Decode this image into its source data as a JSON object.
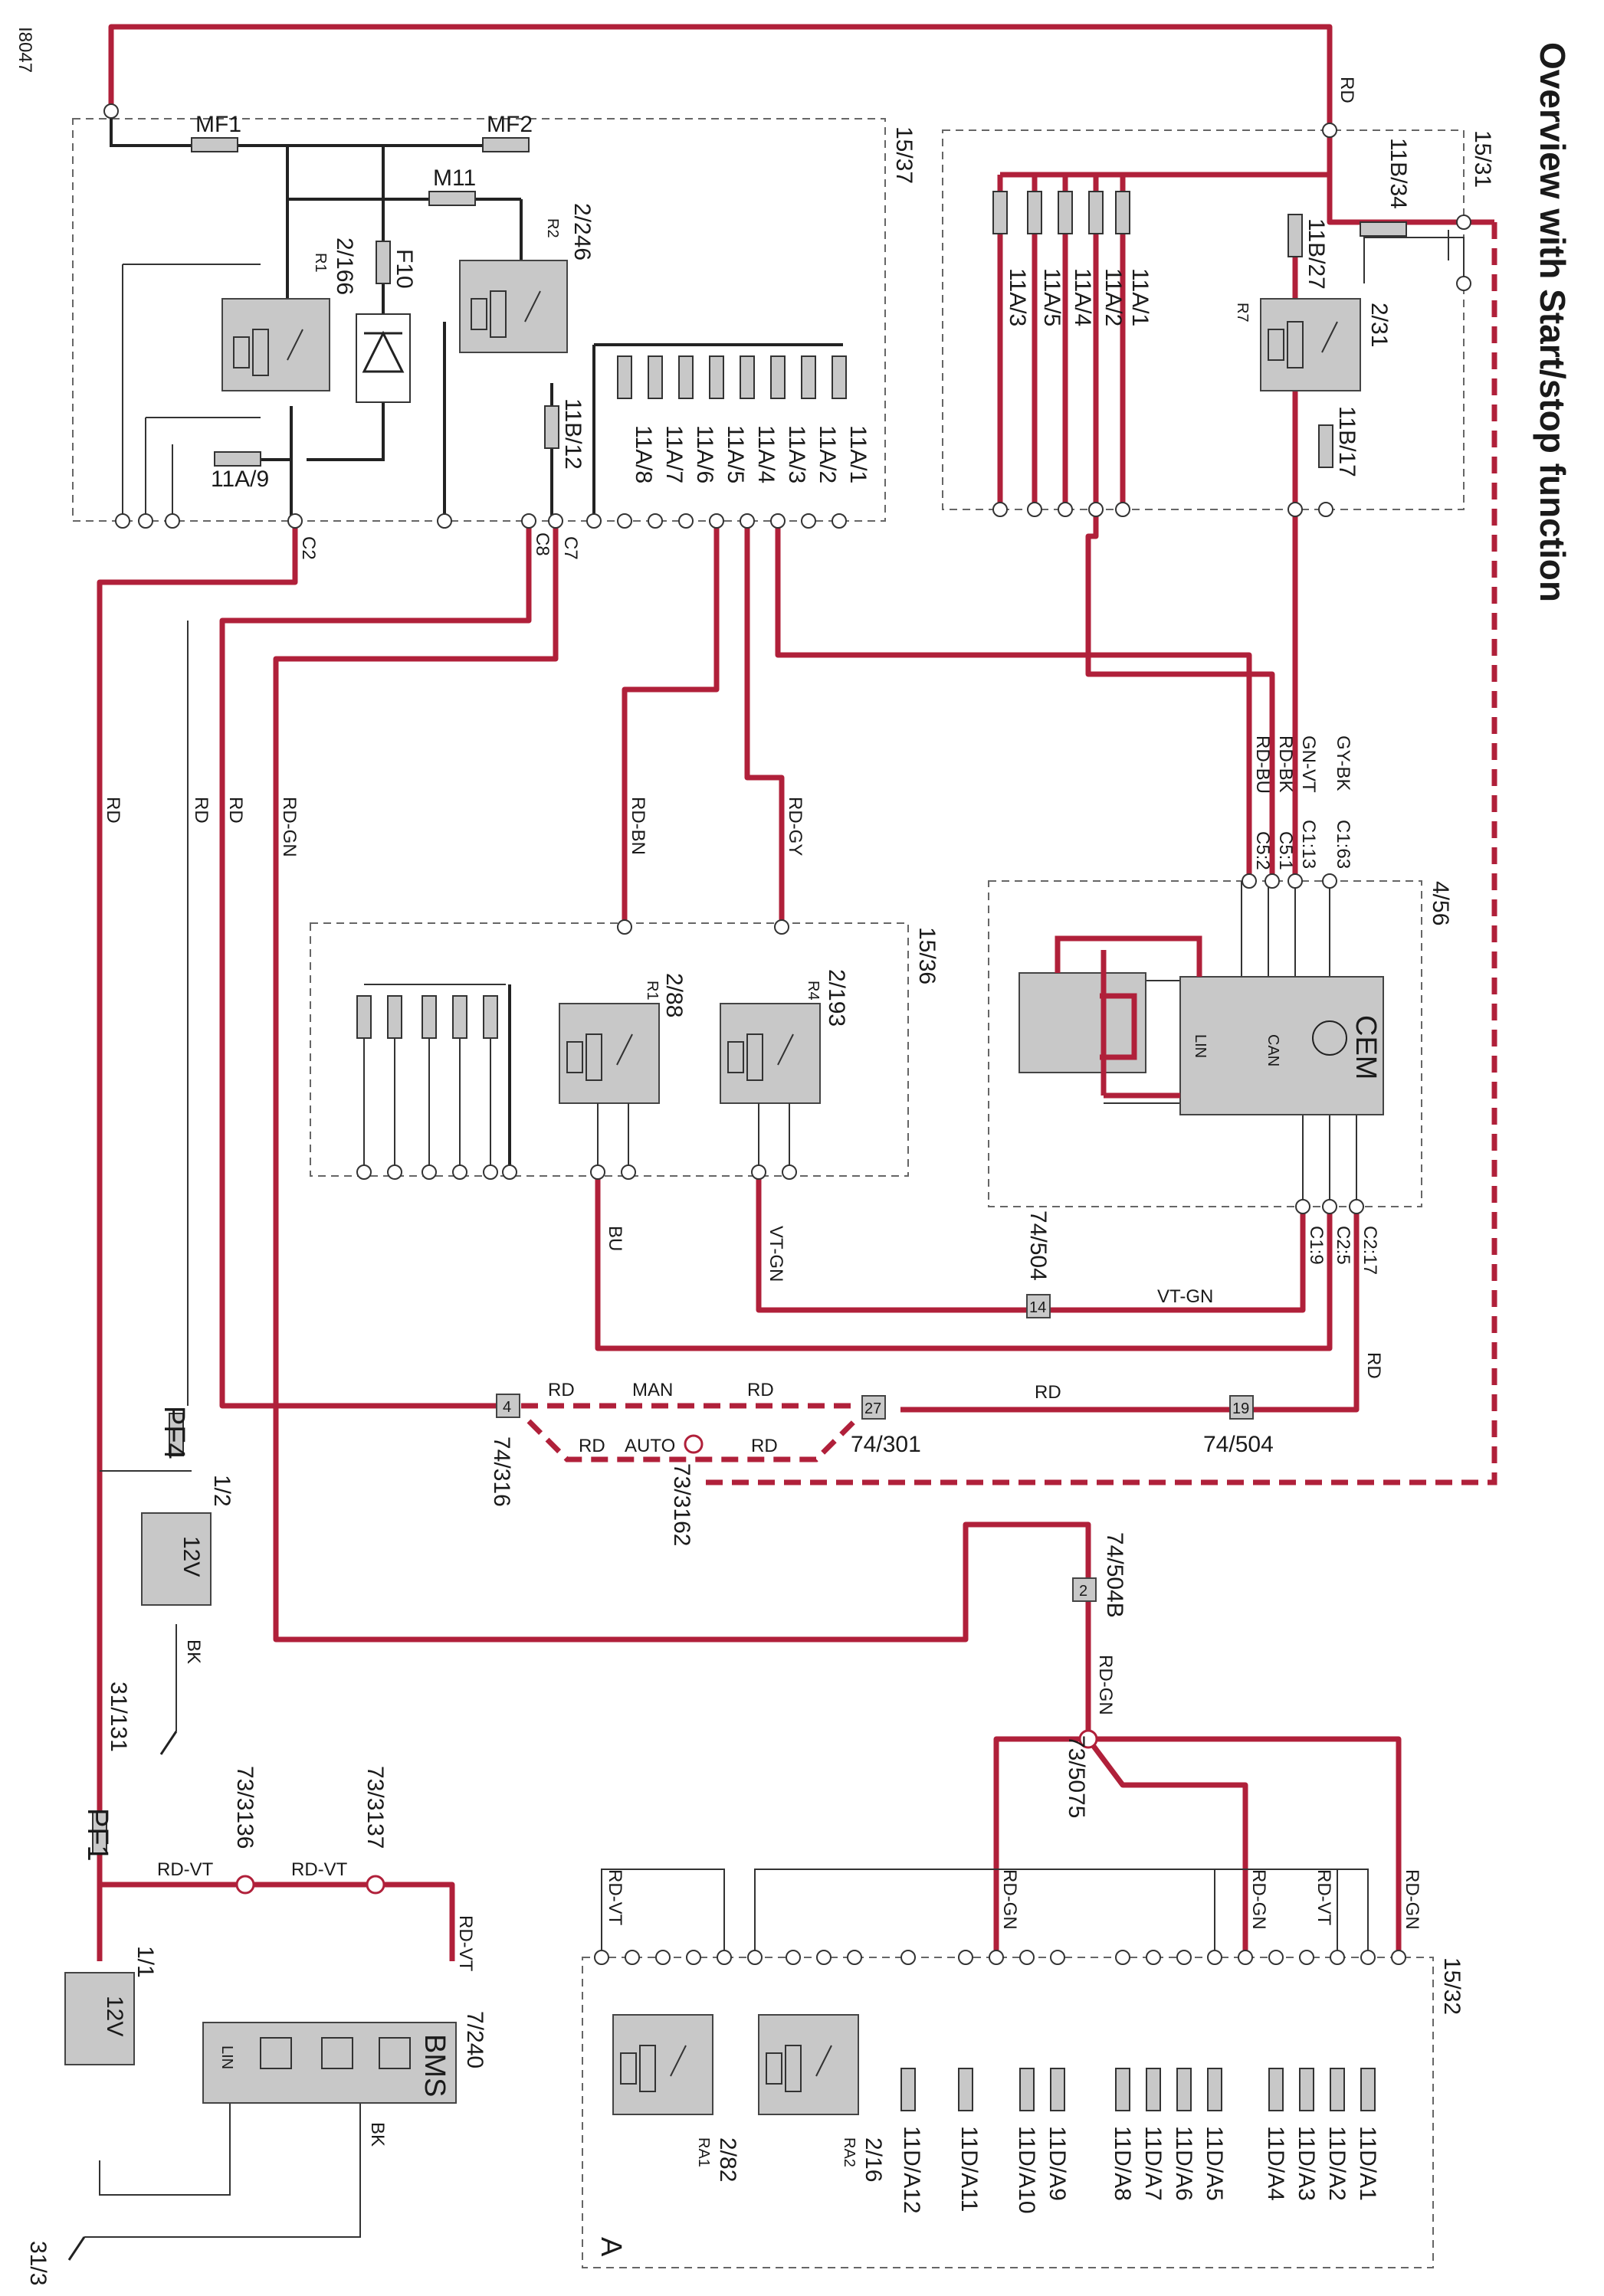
{
  "diagram": {
    "title": "Overview with Start/stop function",
    "figure_id": "I8047",
    "colors": {
      "red_wire": "#b0203a",
      "black_wire": "#222222",
      "component_fill": "#c8c8c8",
      "box_border": "#666666"
    },
    "boxes": {
      "top_left": "15/37",
      "top_right": "15/31",
      "relay_box": "15/36",
      "cem_box": "4/56",
      "bottom_box": "15/32"
    },
    "fuses_top_left": {
      "mf1": "MF1",
      "mf2": "MF2",
      "m11": "M11",
      "f10": "F10",
      "f_11a9": "11A/9",
      "f_11b12": "11B/12",
      "bank": [
        "11A/8",
        "11A/7",
        "11A/6",
        "11A/5",
        "11A/4",
        "11A/3",
        "11A/2",
        "11A/1"
      ]
    },
    "relays": {
      "r1_top": "2/166",
      "r1_top_tag": "R1",
      "r2_top": "2/246",
      "r2_top_tag": "R2",
      "r7": "2/31",
      "r7_tag": "R7",
      "r1_mid": "2/88",
      "r1_mid_tag": "R1",
      "r4_mid": "2/193",
      "r4_mid_tag": "R4",
      "ra1": "2/82",
      "ra1_tag": "RA1",
      "ra2": "2/16",
      "ra2_tag": "RA2"
    },
    "fuses_top_right": {
      "f_11b34": "11B/34",
      "f_11b27": "11B/27",
      "f_11b17": "11B/17",
      "bank": [
        "11A/3",
        "11A/5",
        "11A/4",
        "11A/2",
        "11A/1"
      ]
    },
    "fuses_bottom": [
      "11D/A12",
      "11D/A11",
      "11D/A10",
      "11D/A9",
      "11D/A8",
      "11D/A7",
      "11D/A6",
      "11D/A5",
      "11D/A4",
      "11D/A3",
      "11D/A2",
      "11D/A1"
    ],
    "connectors": {
      "c2": "C2",
      "c8": "C8",
      "c7": "C7",
      "c5_2": "C5:2",
      "c5_1": "C5:1",
      "c1_13": "C1:13",
      "c1_63": "C1:63",
      "c1_9": "C1:9",
      "c2_5": "C2:5",
      "c2_17": "C2:17"
    },
    "wire_colors": {
      "rd": "RD",
      "rd_gn": "RD-GN",
      "rd_bn": "RD-BN",
      "rd_gy": "RD-GY",
      "rd_bu": "RD-BU",
      "rd_bk": "RD-BK",
      "gn_vt": "GN-VT",
      "gy_bk": "GY-BK",
      "bu": "BU",
      "vt_gn": "VT-GN",
      "bk": "BK",
      "rd_vt": "RD-VT"
    },
    "cem": {
      "name": "CEM",
      "can": "CAN",
      "lin": "LIN"
    },
    "bms": {
      "name": "BMS",
      "id": "7/240",
      "lin": "LIN"
    },
    "switch_labels": {
      "man": "MAN",
      "auto": "AUTO"
    },
    "nodes": {
      "n74_316": "74/316",
      "n73_3162": "73/3162",
      "n74_301": "74/301",
      "n74_504": "74/504",
      "n74_504_top": "74/504",
      "n74_504b": "74/504B",
      "n73_5075": "73/5075",
      "n73_3136": "73/3136",
      "n73_3137": "73/3137",
      "pf4": "PF4",
      "pf1": "PF1",
      "bat1_id": "1/2",
      "bat2_id": "1/1",
      "gnd1": "31/131",
      "gnd2": "31/3",
      "bat_v": "12V",
      "pin4": "4",
      "pin27": "27",
      "pin19": "19",
      "pin14": "14",
      "pin2": "2"
    },
    "section_letter": "A"
  }
}
